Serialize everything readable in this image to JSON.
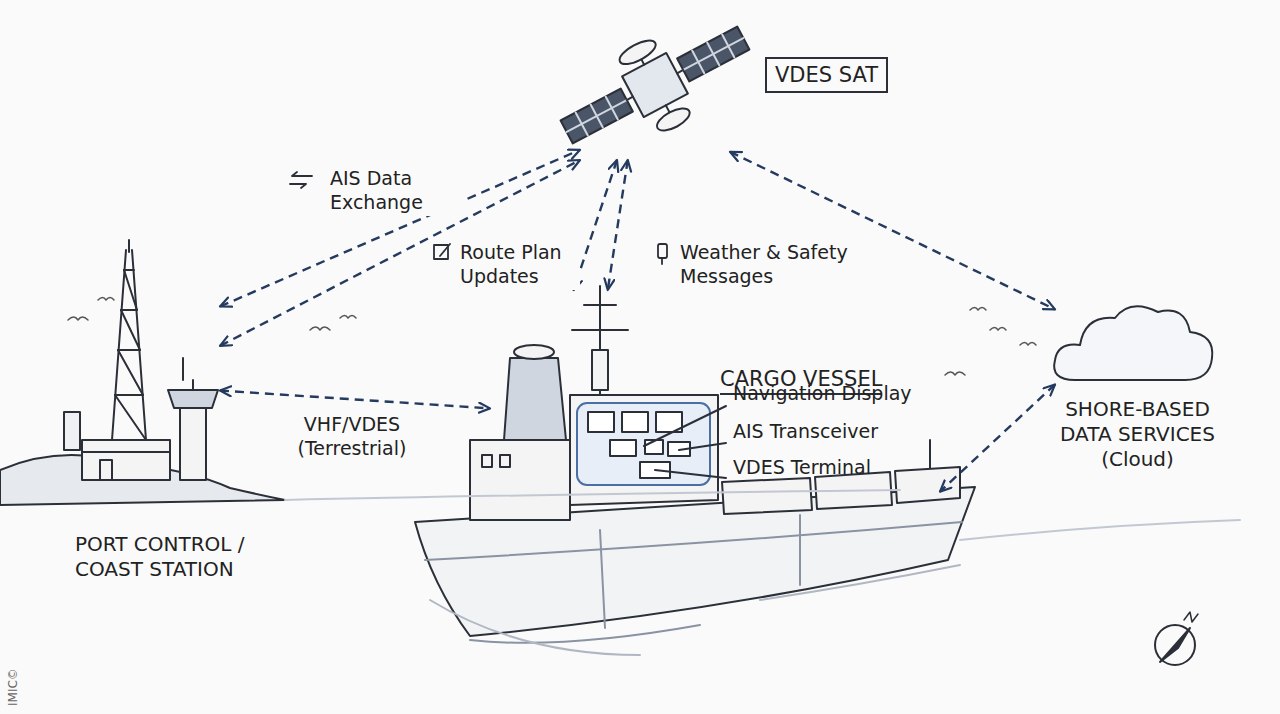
{
  "diagram": {
    "nodes": [
      {
        "text": [
          "VDES SAT"
        ]
      },
      {
        "text": [
          "PORT CONTROL / COAST STATION"
        ]
      },
      {
        "text": [
          "CARGO VESSEL"
        ]
      },
      {
        "text": [
          "SHORE-BASED DATA SERVICES (Cloud)"
        ]
      }
    ],
    "edges": [
      {
        "from": 1,
        "to": 0,
        "arrow": "both",
        "label": "AIS Data Exchange"
      },
      {
        "from": 1,
        "to": 0,
        "arrow": "both"
      },
      {
        "from": 0,
        "to": 2,
        "arrow": "both",
        "label": "Route Plan Updates"
      },
      {
        "from": 0,
        "to": 2,
        "arrow": "both",
        "label": "Weather & Safety Messages"
      },
      {
        "from": 1,
        "to": 2,
        "arrow": "both",
        "label": "VHF/VDES (Terrestrial)"
      },
      {
        "from": 0,
        "to": 3,
        "arrow": "both"
      },
      {
        "from": 3,
        "to": 2,
        "arrow": "both"
      }
    ],
    "labels": [
      "Navigation Display",
      "AIS Transceiver",
      "VDES Terminal",
      "IMIC©"
    ]
  }
}
